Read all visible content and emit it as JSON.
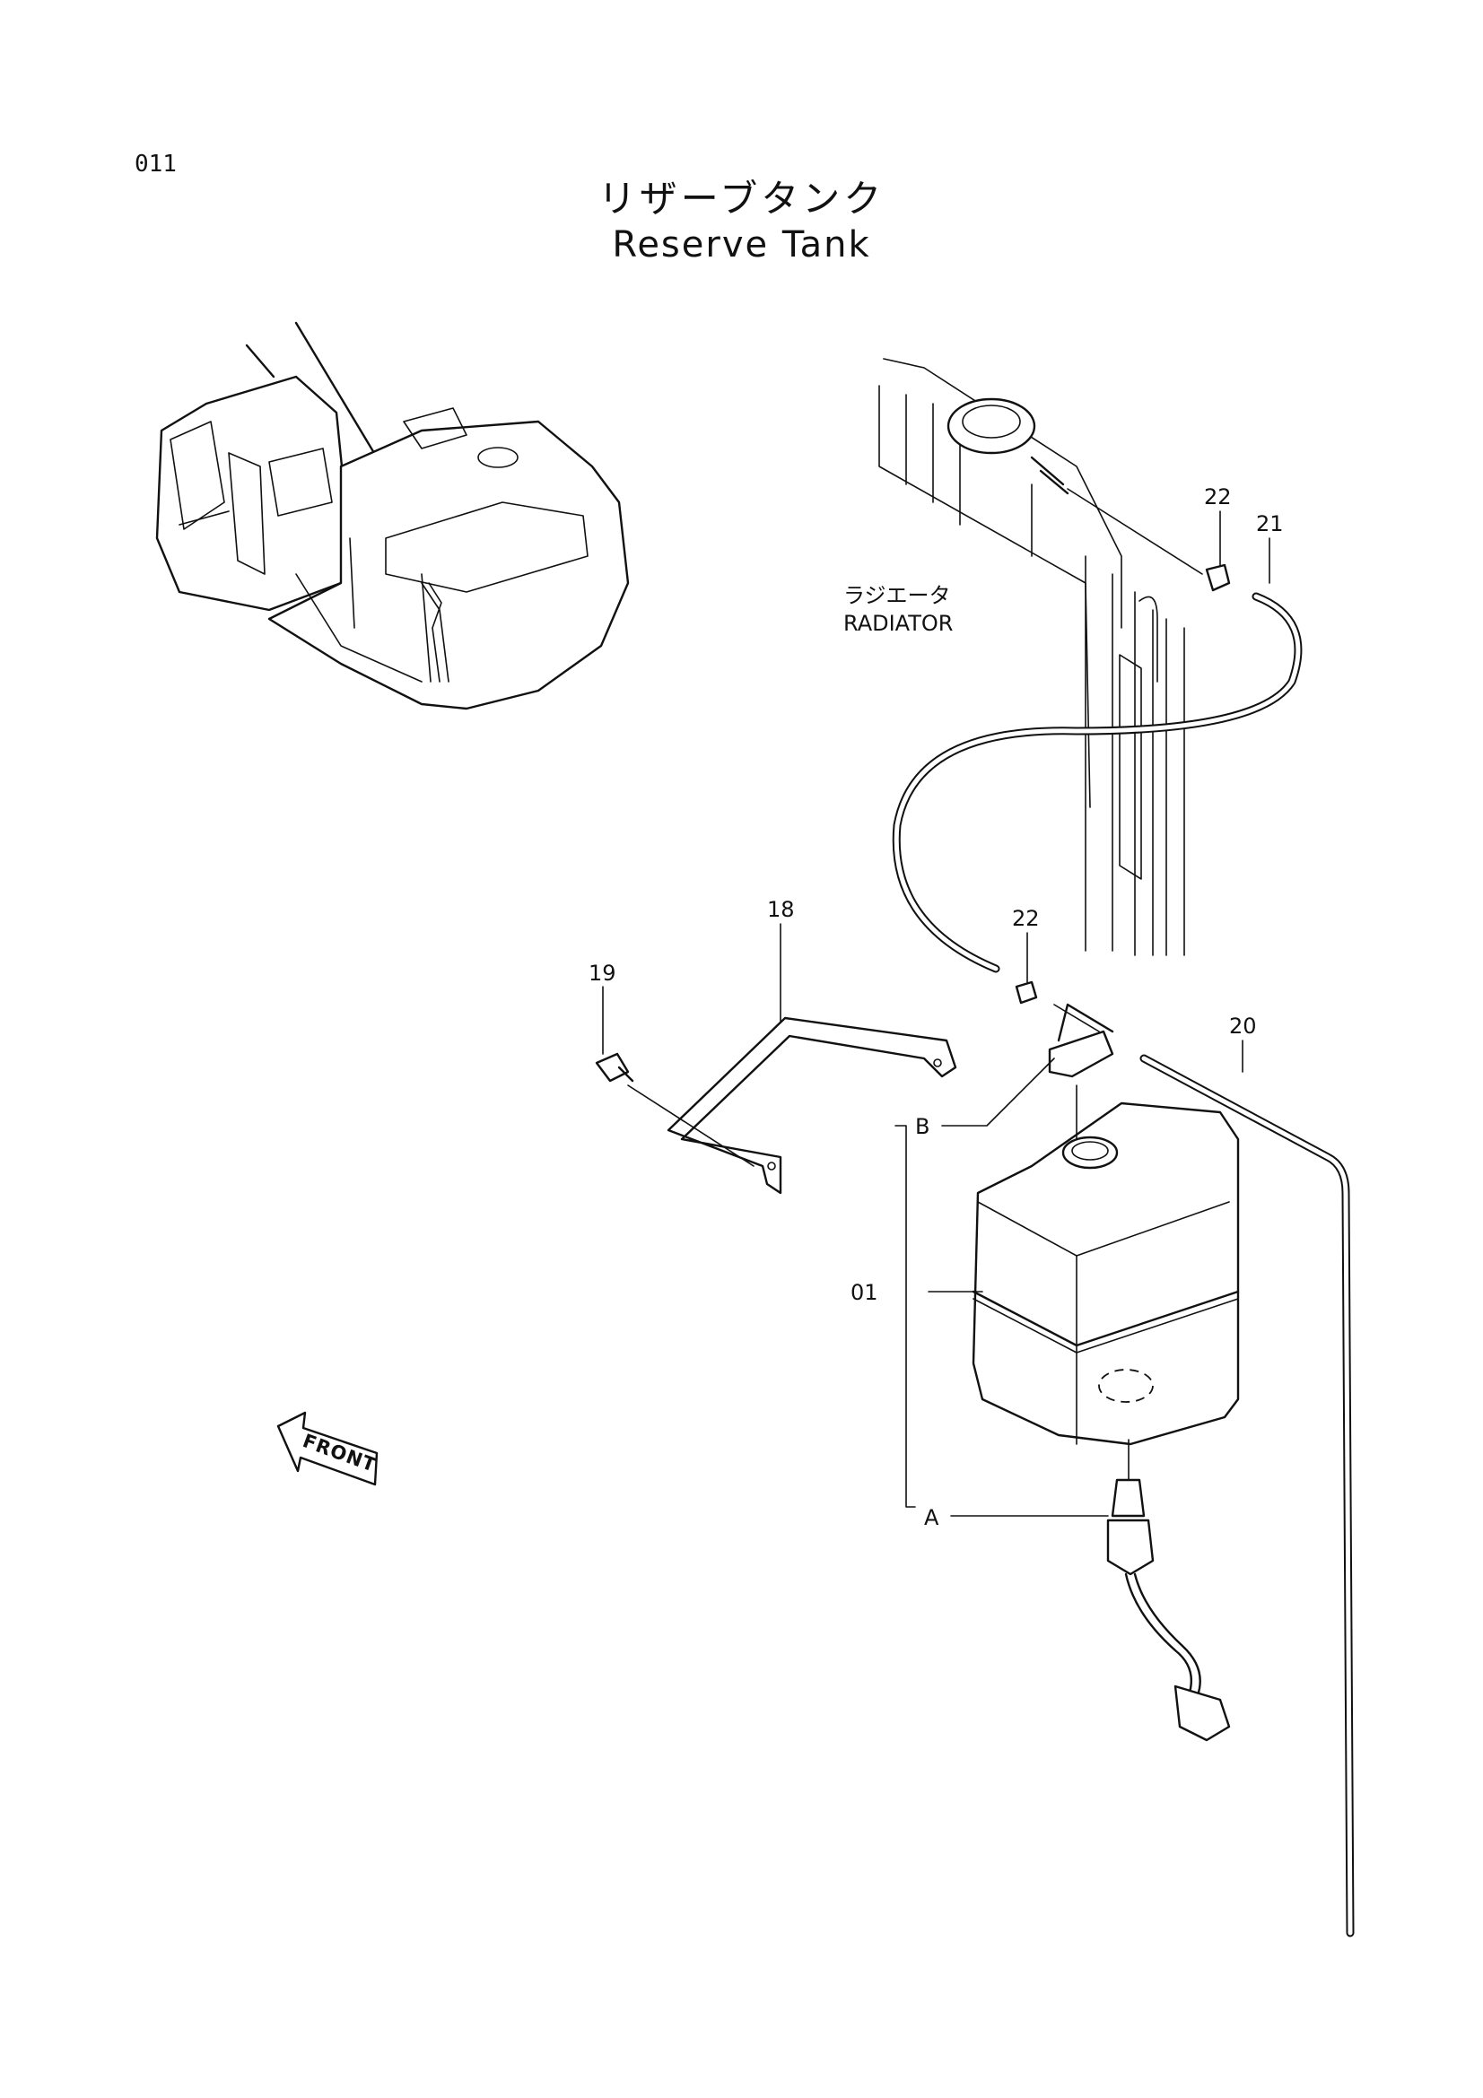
{
  "header": {
    "page_code": "011",
    "title_jp": "リザーブタンク",
    "title_en": "Reserve Tank"
  },
  "labels": {
    "radiator_jp": "ラジエータ",
    "radiator_en": "RADIATOR",
    "front": "FRONT"
  },
  "callouts": {
    "tank": "01",
    "bracket": "18",
    "bolt": "19",
    "drain_hose": "20",
    "radiator_hose": "21",
    "clamp_upper": "22",
    "clamp_lower": "22",
    "cap_group": "B",
    "sensor_group": "A"
  }
}
